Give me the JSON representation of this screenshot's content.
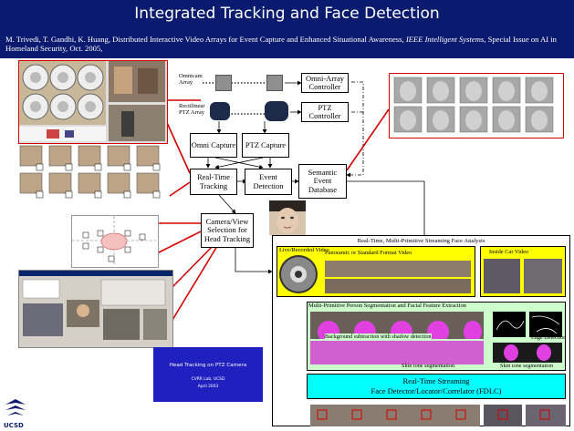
{
  "title": "Integrated Tracking and Face Detection",
  "citation": {
    "authors": "M. Trivedi, T. Gandhi, K. Huang, Distributed Interactive Video Arrays for Event Capture and Enhanced Situational Awareness,",
    "journal": "IEEE Intelligent Systems,",
    "suffix": "Special Issue on AI in Homeland Security, Oct. 2005,"
  },
  "arrays": {
    "omni_label": "Omnicam Array",
    "ptz_label": "Rectilinear PTZ Array"
  },
  "blocks": {
    "omni_controller": "Omni-Array Controller",
    "ptz_controller": "PTZ Controller",
    "omni_capture": "Omni Capture",
    "ptz_capture": "PTZ Capture",
    "real_time_tracking": "Real-Time Tracking",
    "event_detection": "Event Detection",
    "semantic_db": "Semantic Event Database",
    "camera_view": "Camera/View Selection for Head Tracking"
  },
  "analysis": {
    "header": "Real-Time, Multi-Primitive Streaming Face Analysis",
    "live_video": "Live/Recorded Video",
    "panoramic": "Panoramic or Standard Format Video",
    "inside_car": "Inside Car Video",
    "segmentation": "Multi-Primitive Person Segmentation and Facial Feature Extraction",
    "bg_sub": "Background subtraction with shadow detection",
    "edge": "Edge Detection",
    "skin1": "Skin tone segmentation",
    "skin2": "Skin tone segmentation",
    "fdlc_line1": "Real-Time Streaming",
    "fdlc_line2": "Face Detector/Locator/Correlator (FDLC)"
  },
  "video_slide": {
    "title": "Head Tracking on PTZ Camera",
    "lab": "CVRR Lab, UCSD",
    "date": "April 2003"
  },
  "logo": "UCSD",
  "colors": {
    "title_bg": "#0a1a6e",
    "accent_red": "#d40000",
    "panel_yellow": "#ffff00",
    "panel_green": "#ccffcc",
    "panel_cyan": "#00ffff",
    "slide_blue": "#2020c0"
  }
}
